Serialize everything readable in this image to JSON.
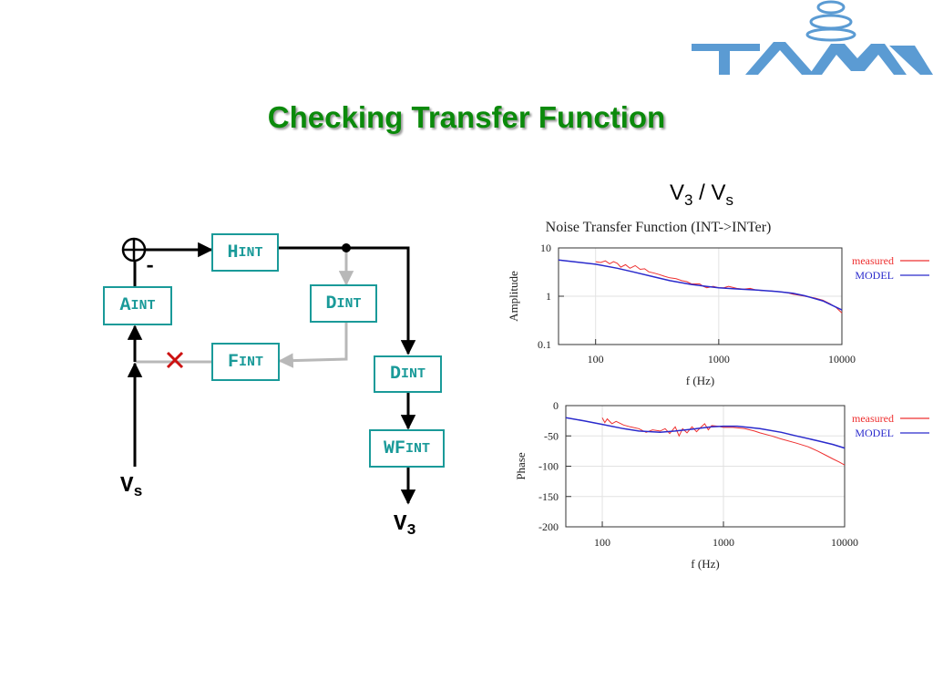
{
  "slide": {
    "title": "Checking Transfer Function"
  },
  "logo": {
    "name": "TAMA"
  },
  "diagram": {
    "h_int": {
      "main": "H",
      "sub": "INT"
    },
    "a_int": {
      "main": "A",
      "sub": "INT"
    },
    "d_int_feedback": {
      "main": "D",
      "sub": "INT"
    },
    "f_int": {
      "main": "F",
      "sub": "INT"
    },
    "d_int_forward": {
      "main": "D",
      "sub": "INT"
    },
    "wf_int": {
      "main": "WF",
      "sub": "INT"
    },
    "summer_minus": "-",
    "input": {
      "main": "V",
      "sub": "s"
    },
    "output": {
      "main": "V",
      "sub": "3"
    },
    "colors": {
      "block": "#1a9a99",
      "feedback": "#b8b8b8",
      "cut_mark": "#cc1111"
    }
  },
  "ratio_label": {
    "num_main": "V",
    "num_sub": "3",
    "sep": " / ",
    "den_main": "V",
    "den_sub": "s"
  },
  "chart_data": [
    {
      "type": "line",
      "title": "Noise Transfer Function (INT->INTer)",
      "xlabel": "f (Hz)",
      "ylabel": "Amplitude",
      "xscale": "log",
      "yscale": "log",
      "xlim": [
        50,
        10000
      ],
      "ylim": [
        0.1,
        10
      ],
      "xticks": [
        {
          "v": 100,
          "label": "100"
        },
        {
          "v": 1000,
          "label": "1000"
        },
        {
          "v": 10000,
          "label": "10000"
        }
      ],
      "yticks": [
        {
          "v": 10,
          "label": "10"
        },
        {
          "v": 1,
          "label": "1"
        },
        {
          "v": 0.1,
          "label": "0.1"
        }
      ],
      "grid": true,
      "legend": "right-outside",
      "series": [
        {
          "name": "measured",
          "color": "#ee3030",
          "x": [
            100,
            110,
            120,
            130,
            140,
            150,
            160,
            175,
            190,
            210,
            230,
            250,
            270,
            300,
            330,
            360,
            400,
            450,
            500,
            550,
            600,
            650,
            700,
            750,
            800,
            900,
            1000,
            1100,
            1200,
            1400,
            1600,
            1800,
            2000,
            2300,
            2600,
            3000,
            3500,
            4000,
            4500,
            5000,
            6000,
            7000,
            8000,
            9000,
            10000
          ],
          "y": [
            5.2,
            5.0,
            5.4,
            4.7,
            5.2,
            4.8,
            4.0,
            4.5,
            3.8,
            4.3,
            3.6,
            3.7,
            3.2,
            3.0,
            2.8,
            2.6,
            2.4,
            2.3,
            2.1,
            2.0,
            1.8,
            1.8,
            1.8,
            1.6,
            1.5,
            1.6,
            1.5,
            1.5,
            1.6,
            1.45,
            1.4,
            1.45,
            1.35,
            1.3,
            1.3,
            1.25,
            1.2,
            1.1,
            1.05,
            1.0,
            0.92,
            0.83,
            0.7,
            0.58,
            0.45
          ]
        },
        {
          "name": "MODEL",
          "color": "#2a2acc",
          "x": [
            50,
            70,
            100,
            150,
            200,
            300,
            400,
            600,
            800,
            1000,
            1500,
            2000,
            3000,
            4000,
            5000,
            7000,
            10000
          ],
          "y": [
            5.6,
            5.1,
            4.6,
            3.8,
            3.2,
            2.5,
            2.1,
            1.75,
            1.6,
            1.5,
            1.4,
            1.35,
            1.25,
            1.15,
            1.02,
            0.8,
            0.52
          ]
        }
      ]
    },
    {
      "type": "line",
      "title": "",
      "xlabel": "f (Hz)",
      "ylabel": "Phase",
      "xscale": "log",
      "yscale": "linear",
      "xlim": [
        50,
        10000
      ],
      "ylim": [
        -200,
        0
      ],
      "xticks": [
        {
          "v": 100,
          "label": "100"
        },
        {
          "v": 1000,
          "label": "1000"
        },
        {
          "v": 10000,
          "label": "10000"
        }
      ],
      "yticks": [
        {
          "v": 0,
          "label": "0"
        },
        {
          "v": -50,
          "label": "-50"
        },
        {
          "v": -100,
          "label": "-100"
        },
        {
          "v": -150,
          "label": "-150"
        },
        {
          "v": -200,
          "label": "-200"
        }
      ],
      "grid": true,
      "legend": "right-outside",
      "series": [
        {
          "name": "measured",
          "color": "#ee3030",
          "x": [
            100,
            105,
            110,
            120,
            130,
            150,
            170,
            200,
            230,
            260,
            300,
            330,
            360,
            400,
            430,
            460,
            500,
            550,
            600,
            650,
            700,
            750,
            800,
            900,
            1000,
            1200,
            1500,
            1800,
            2000,
            2500,
            3000,
            4000,
            5000,
            6000,
            7000,
            8000,
            9000,
            10000
          ],
          "y": [
            -20,
            -28,
            -22,
            -30,
            -26,
            -32,
            -35,
            -38,
            -44,
            -40,
            -42,
            -38,
            -46,
            -35,
            -50,
            -38,
            -45,
            -35,
            -43,
            -36,
            -30,
            -40,
            -33,
            -34,
            -36,
            -36,
            -38,
            -42,
            -45,
            -50,
            -55,
            -62,
            -68,
            -75,
            -82,
            -88,
            -93,
            -98
          ]
        },
        {
          "name": "MODEL",
          "color": "#2a2acc",
          "x": [
            50,
            70,
            100,
            150,
            200,
            300,
            400,
            600,
            800,
            1000,
            1300,
            1600,
            2000,
            3000,
            4000,
            6000,
            8000,
            10000
          ],
          "y": [
            -20,
            -25,
            -31,
            -38,
            -42,
            -44,
            -42,
            -38,
            -35,
            -34,
            -34,
            -36,
            -38,
            -44,
            -50,
            -58,
            -64,
            -70
          ]
        }
      ]
    }
  ]
}
